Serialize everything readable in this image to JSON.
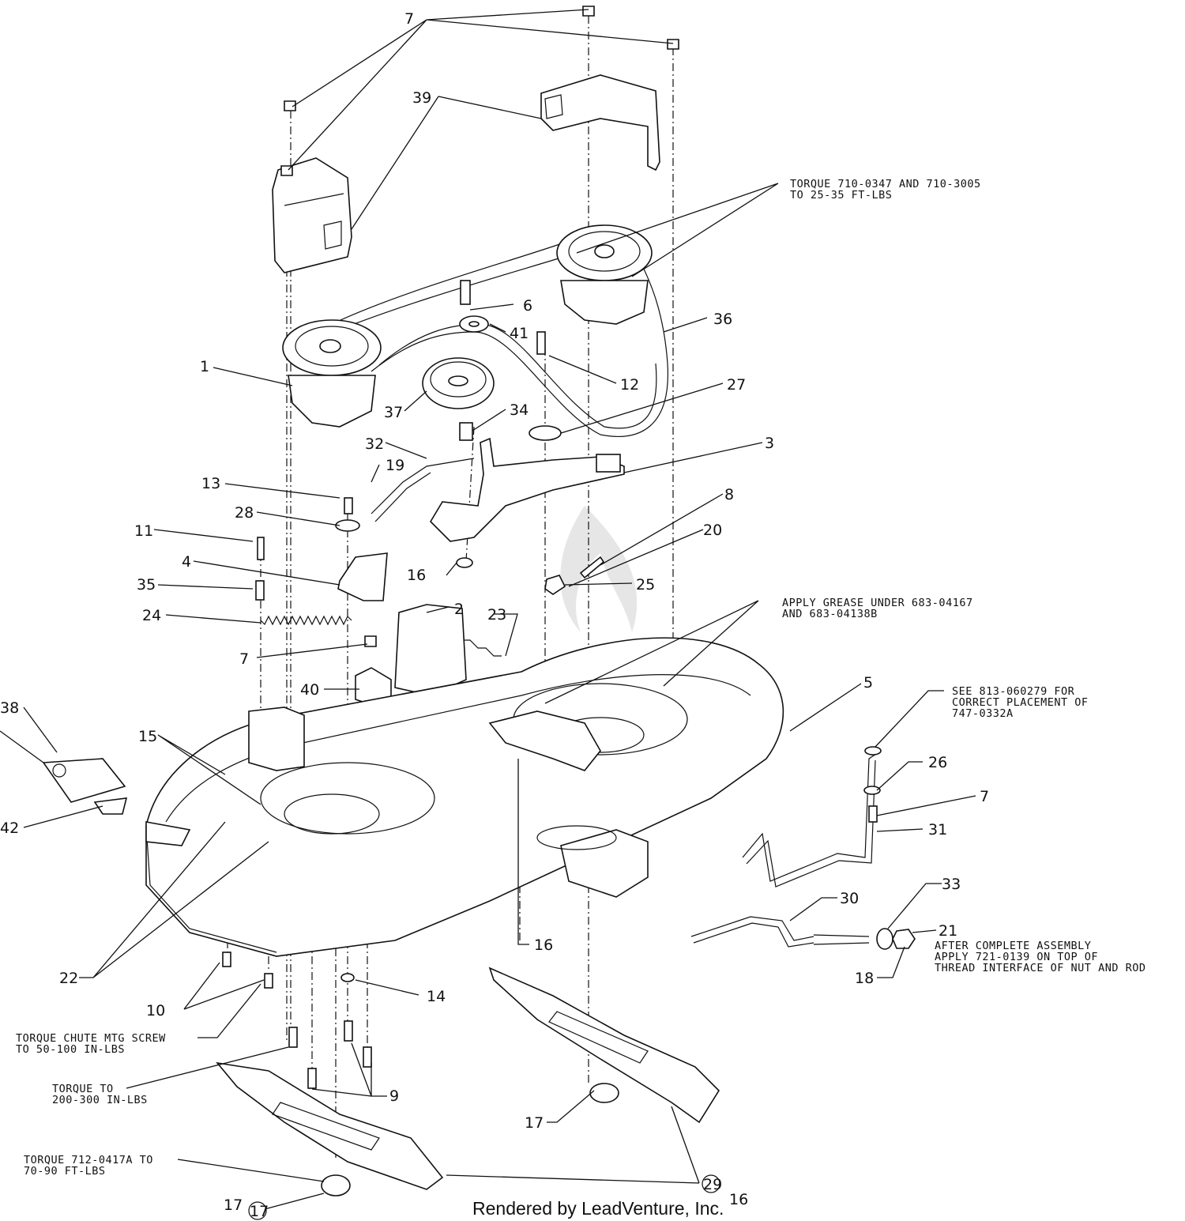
{
  "callouts": {
    "c7a": "7",
    "c39": "39",
    "c1": "1",
    "c6": "6",
    "c41": "41",
    "c36": "36",
    "c12": "12",
    "c27": "27",
    "c37": "37",
    "c34": "34",
    "c32": "32",
    "c3": "3",
    "c19": "19",
    "c13": "13",
    "c28": "28",
    "c11": "11",
    "c4": "4",
    "c35": "35",
    "c16a": "16",
    "c8": "8",
    "c20": "20",
    "c25": "25",
    "c24": "24",
    "c2": "2",
    "c23": "23",
    "c7b": "7",
    "c40": "40",
    "c5": "5",
    "c38": "38",
    "c15": "15",
    "c42": "42",
    "c26": "26",
    "c7c": "7",
    "c31": "31",
    "c16b": "16",
    "c30": "30",
    "c33": "33",
    "c21": "21",
    "c18": "18",
    "c22": "22",
    "c10": "10",
    "c14": "14",
    "c9": "9",
    "c17a": "17",
    "c17b": "17",
    "c17circ": "17",
    "c29circ": "29",
    "c16c": "16"
  },
  "notes": {
    "torque_spindle": [
      "TORQUE 710-0347 AND 710-3005",
      "TO 25-35 FT-LBS"
    ],
    "grease": [
      "APPLY GREASE UNDER 683-04167",
      "AND 683-04138B"
    ],
    "placement": [
      "SEE 813-060279 FOR",
      "CORRECT PLACEMENT OF",
      "747-0332A"
    ],
    "after_assembly": [
      "AFTER COMPLETE ASSEMBLY",
      "APPLY 721-0139 ON TOP OF",
      "THREAD INTERFACE OF NUT AND ROD"
    ],
    "chute": [
      "TORQUE CHUTE MTG SCREW",
      "TO 50-100 IN-LBS"
    ],
    "torque_to": [
      "TORQUE TO",
      "200-300 IN-LBS"
    ],
    "blade": [
      "TORQUE 712-0417A TO",
      "70-90 FT-LBS"
    ]
  },
  "credit": "Rendered by LeadVenture, Inc."
}
